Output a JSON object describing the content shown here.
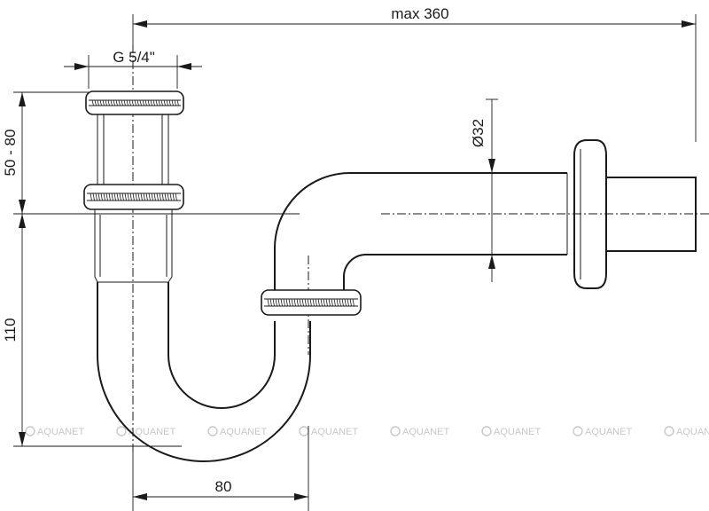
{
  "dimensions": {
    "max_length": "max 360",
    "thread": "G 5/4\"",
    "diameter": "Ø32",
    "upper_height": "50 - 80",
    "lower_height": "110",
    "offset": "80"
  },
  "watermark": {
    "text": "AQUANET",
    "repeat_count": 8
  }
}
